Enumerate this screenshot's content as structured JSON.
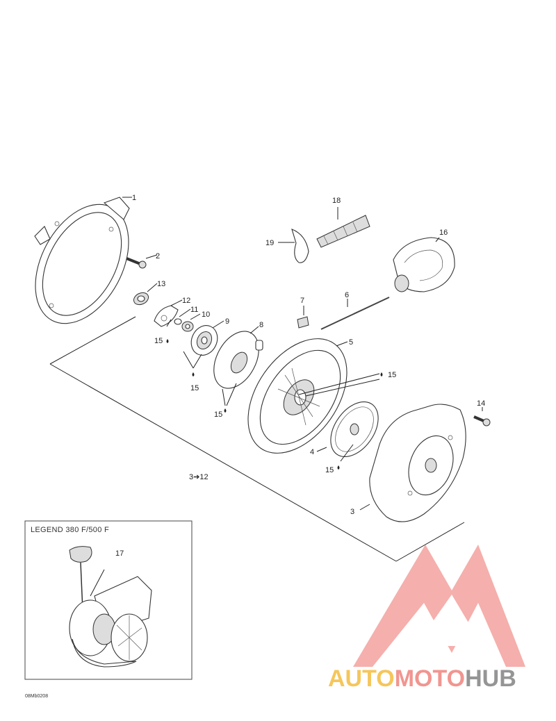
{
  "legend": {
    "title": "LEGEND 380 F/500 F"
  },
  "callouts": {
    "p1": "1",
    "p2": "2",
    "p3": "3",
    "p4": "4",
    "p5": "5",
    "p6": "6",
    "p7": "7",
    "p8": "8",
    "p9": "9",
    "p10": "10",
    "p11": "11",
    "p12": "12",
    "p13": "13",
    "p14": "14",
    "p15": "15",
    "p16": "16",
    "p17": "17",
    "p18": "18",
    "p19": "19",
    "range": "3➔12"
  },
  "drawing_code": "08Mb0208",
  "watermark": {
    "part1": "AUTO",
    "part2": "MOTO",
    "part3": "HUB",
    "colors": {
      "auto": "#f5c04a",
      "moto": "#f08a84",
      "hub": "#8a8a8a",
      "logo": "#f08a84"
    }
  }
}
